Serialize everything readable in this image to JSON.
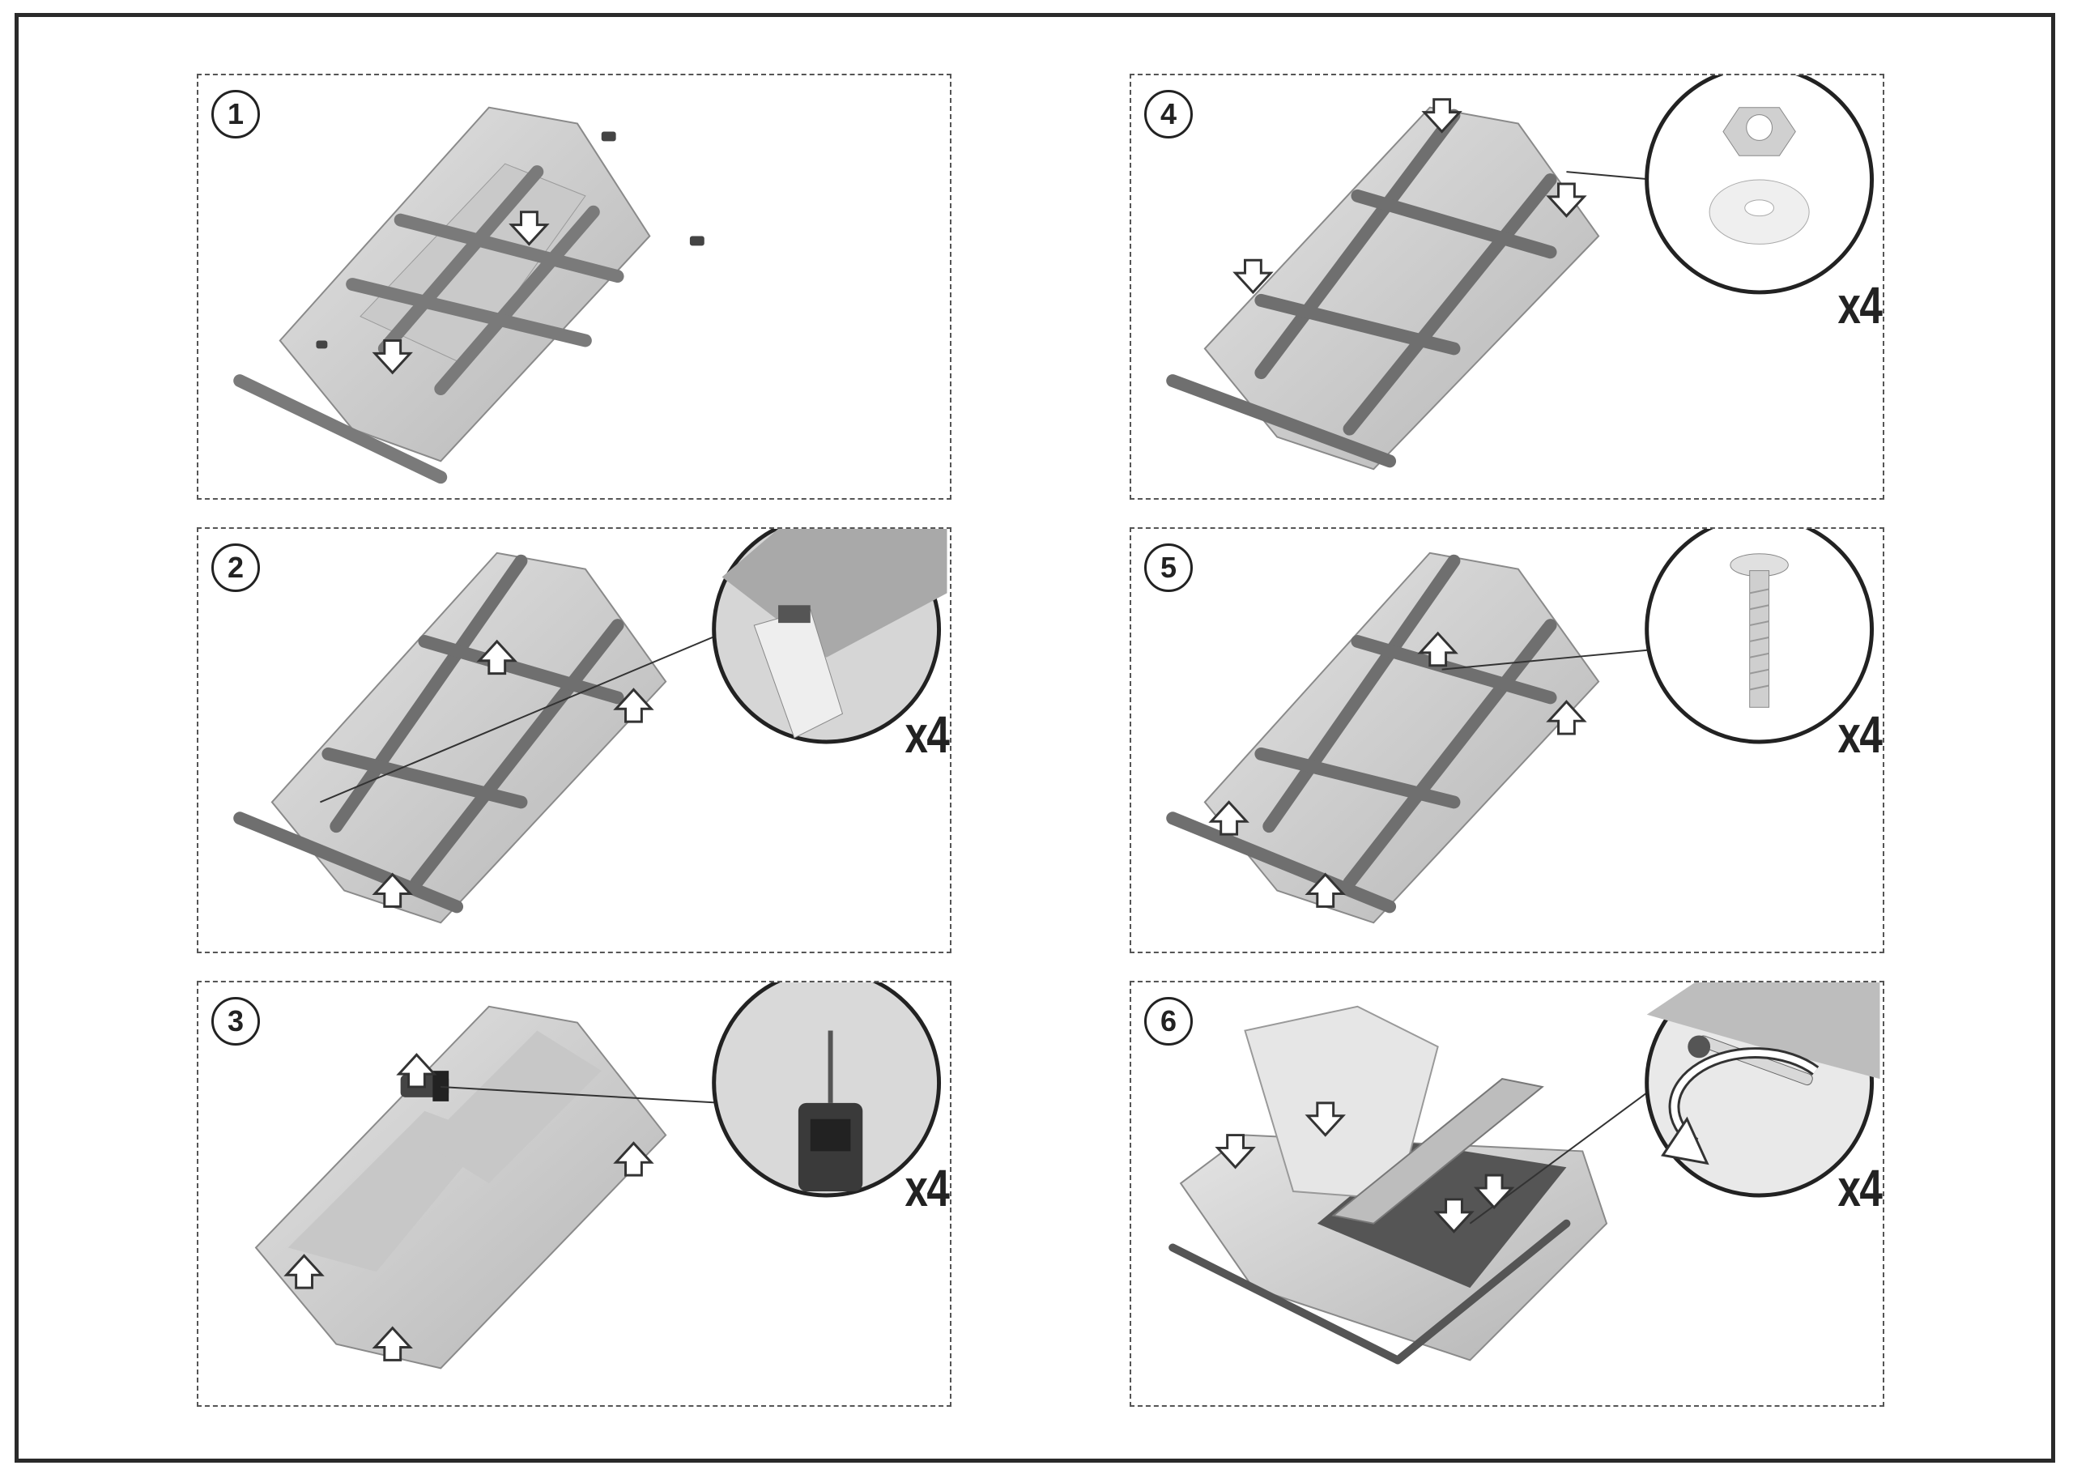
{
  "steps": [
    {
      "number": "1",
      "quantity": ""
    },
    {
      "number": "2",
      "quantity": "x4"
    },
    {
      "number": "3",
      "quantity": "x4"
    },
    {
      "number": "4",
      "quantity": "x4"
    },
    {
      "number": "5",
      "quantity": "x4"
    },
    {
      "number": "6",
      "quantity": "x4"
    }
  ],
  "icons": [
    "down-arrow-icon",
    "up-arrow-icon",
    "drill-icon",
    "bolt-icon",
    "nut-icon",
    "washer-icon",
    "wrench-icon",
    "rotate-arrow-icon"
  ],
  "colors": {
    "frame": "#2a2a2a",
    "line": "#555555",
    "part_light": "#d9d9d9",
    "part_mid": "#a8a8a8",
    "part_dark": "#6f6f6f"
  }
}
